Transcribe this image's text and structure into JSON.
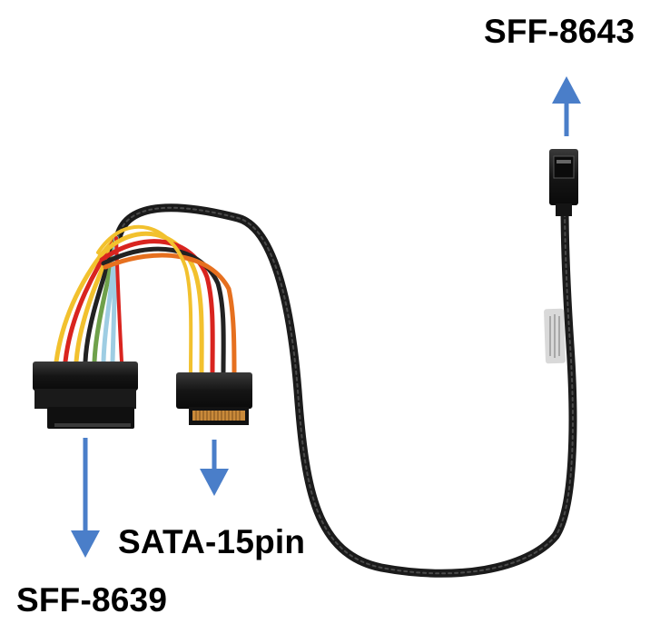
{
  "labels": {
    "sff_8643": "SFF-8643",
    "sata_15pin": "SATA-15pin",
    "sff_8639": "SFF-8639"
  },
  "colors": {
    "arrow": "#4a7ec9",
    "braided_cable": "#1b1b1b",
    "connector_body": "#1a1a1a",
    "wire_yellow": "#f2c12e",
    "wire_red": "#d9241f",
    "wire_orange": "#e6701f",
    "wire_black": "#222222",
    "wire_blue": "#9ecde3",
    "wire_green": "#6fa14b",
    "sata_pins": "#c98a3a"
  },
  "icons": {
    "arrow_up": "arrow-up-icon",
    "arrow_down": "arrow-down-icon"
  }
}
